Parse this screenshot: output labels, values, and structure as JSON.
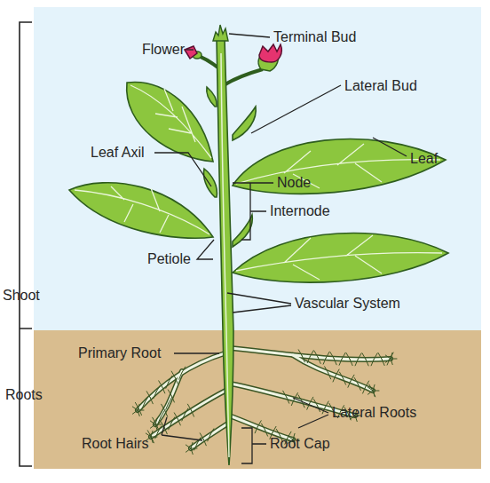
{
  "diagram": {
    "labels": [
      "Flower",
      "Terminal Bud",
      "Lateral Bud",
      "Leaf",
      "Leaf Axil",
      "Node",
      "Internode",
      "Petiole",
      "Vascular System",
      "Shoot",
      "Primary Root",
      "Roots",
      "Lateral Roots",
      "Root Hairs",
      "Root Cap"
    ]
  }
}
